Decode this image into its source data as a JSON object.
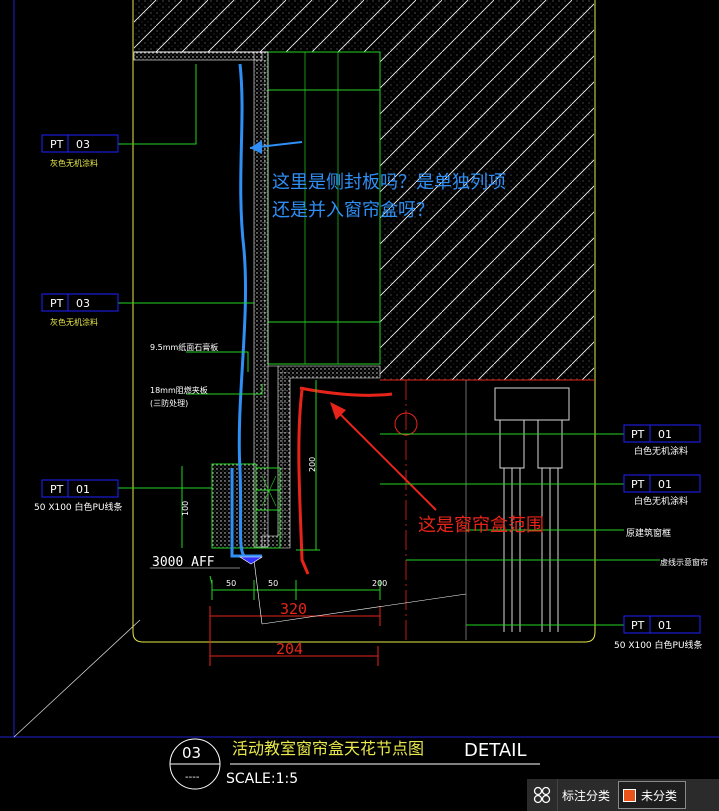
{
  "labels": {
    "pt03_a": {
      "code": "PT",
      "num": "03",
      "desc": "灰色无机涂料"
    },
    "pt03_b": {
      "code": "PT",
      "num": "03",
      "desc": "灰色无机涂料"
    },
    "pt01_left": {
      "code": "PT",
      "num": "01",
      "desc": "50 X100 白色PU线条"
    },
    "gypsum": "9.5mm纸面石膏板",
    "plywood": "18mm阻燃夹板",
    "plywood_note": "(三防处理)",
    "elevation": "3000 AFF",
    "pt01_r1": {
      "code": "PT",
      "num": "01",
      "desc": "白色无机涂料"
    },
    "pt01_r2": {
      "code": "PT",
      "num": "01",
      "desc": "白色无机涂料"
    },
    "orig_window": "原建筑窗框",
    "curtain_track": "虚线示意窗帘",
    "pt01_r3": {
      "code": "PT",
      "num": "01",
      "desc": "50 X100 白色PU线条"
    }
  },
  "dimensions": {
    "d50a": "50",
    "d50b": "50",
    "d200": "200",
    "d320": "320",
    "d204": "204",
    "d100": "100",
    "d200v": "200"
  },
  "annotations": {
    "question": "这里是侧封板吗？是单独列项",
    "question2": "还是并入窗帘盒呀？",
    "range": "这是窗帘盒范围"
  },
  "title_block": {
    "number": "03",
    "sub": "----",
    "title": "活动教室窗帘盒天花节点图",
    "detail": "DETAIL",
    "scale": "SCALE:1:5"
  },
  "statusbar": {
    "btn1": "标注分类",
    "btn2": "未分类"
  },
  "colors": {
    "yellow": "#e9e94a",
    "green": "#22d422",
    "cyan": "#27c6f0",
    "blue_annotation": "#2f8ff5",
    "red_annotation": "#e8241a",
    "white": "#ffffff",
    "tag_blue": "#2020ff"
  }
}
